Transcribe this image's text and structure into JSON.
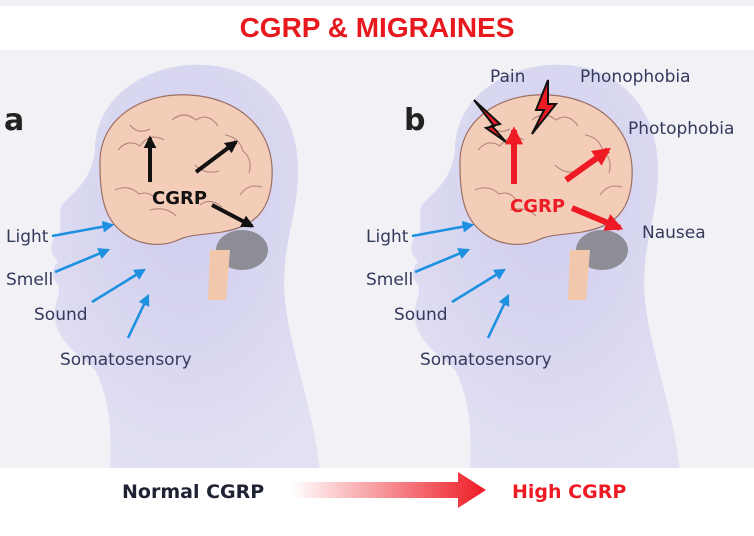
{
  "title": "CGRP & MIGRAINES",
  "panel_a": {
    "letter": "a",
    "center_label": "CGRP",
    "inputs": [
      "Light",
      "Smell",
      "Sound",
      "Somatosensory"
    ]
  },
  "panel_b": {
    "letter": "b",
    "center_label": "CGRP",
    "inputs": [
      "Light",
      "Smell",
      "Sound",
      "Somatosensory"
    ],
    "outputs": [
      "Pain",
      "Phonophobia",
      "Photophobia",
      "Nausea"
    ]
  },
  "bottom": {
    "left_label": "Normal CGRP",
    "right_label": "High CGRP"
  },
  "colors": {
    "title": "#e8191e",
    "head": "#d5d4ef",
    "brain": "#f3cdb8",
    "cerebellum": "#8d8d96",
    "input_arrow": "#1e90e0",
    "normal_arrow": "#111111",
    "high_arrow": "#ee1b24"
  }
}
